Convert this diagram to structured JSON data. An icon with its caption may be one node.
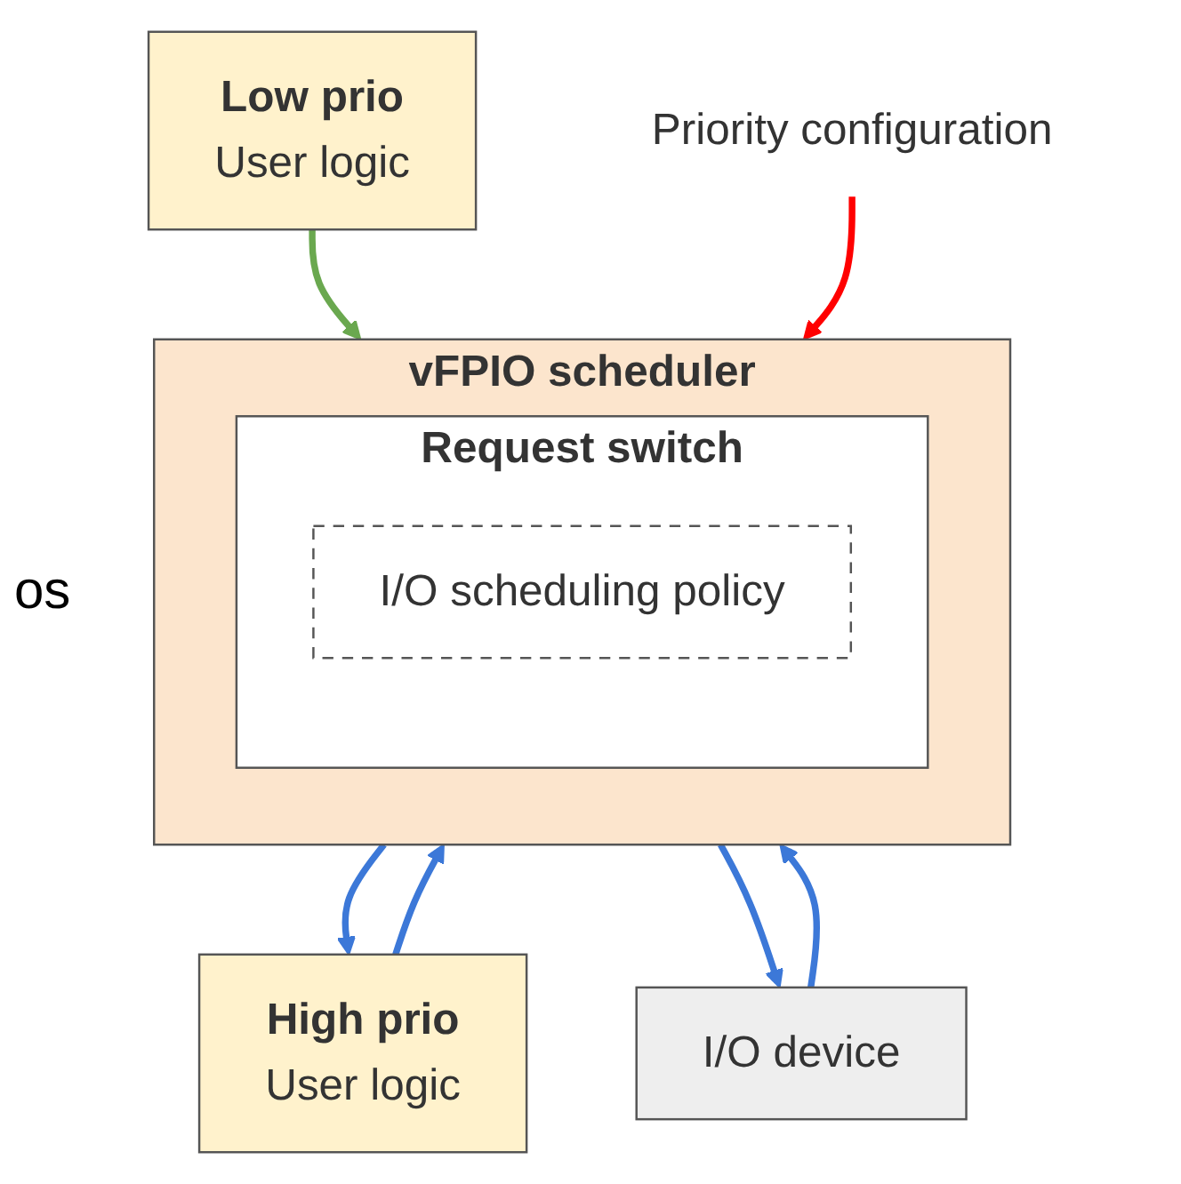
{
  "diagram": {
    "nodes": [
      {
        "text": [
          "High prio",
          "User logic"
        ]
      },
      {
        "text": [
          "Low prio",
          "User logic"
        ]
      },
      {
        "text": [
          "vFPIO scheduler"
        ]
      },
      {
        "text": [
          "Request switch"
        ],
        "in": 2
      },
      {
        "text": [
          "I/O scheduling policy"
        ],
        "in": 3
      },
      {
        "text": [
          "I/O device"
        ]
      },
      {
        "text": [
          "Priority configuration"
        ]
      }
    ],
    "edges": [
      {
        "from": 0,
        "to": 2,
        "arrow": "to"
      },
      {
        "from": 2,
        "to": 0,
        "arrow": "to"
      },
      {
        "from": 1,
        "to": 2,
        "arrow": "to",
        "color": "#6aa84f"
      },
      {
        "from": 6,
        "to": 2,
        "arrow": "to",
        "color": "#ff0000"
      },
      {
        "from": 2,
        "to": 5,
        "arrow": "to"
      },
      {
        "from": 5,
        "to": 2,
        "arrow": "to"
      }
    ],
    "labels": [
      "os"
    ]
  }
}
